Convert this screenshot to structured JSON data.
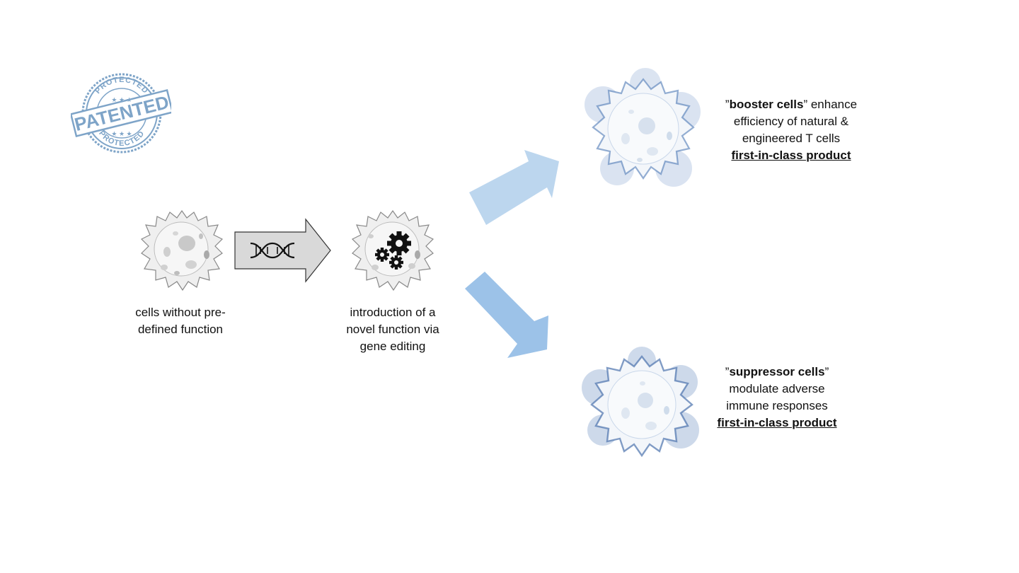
{
  "stamp": {
    "top_text": "PROTECTED",
    "main_text": "PATENTED",
    "bottom_text": "PROTECTED",
    "color": "#7ea4c8"
  },
  "step1": {
    "caption_line1": "cells without pre-",
    "caption_line2": "defined function"
  },
  "step2": {
    "caption_line1": "introduction of a",
    "caption_line2": "novel function via",
    "caption_line3": "gene editing"
  },
  "booster": {
    "quote_open": "”",
    "name": "booster cells",
    "quote_close": "”",
    "rest_line1": " enhance",
    "line2": "efficiency of natural &",
    "line3": "engineered T cells",
    "product": "first-in-class product"
  },
  "suppressor": {
    "quote_open": "”",
    "name": "suppressor cells",
    "quote_close": "”",
    "line2": "modulate adverse",
    "line3": "immune responses",
    "product": "first-in-class product"
  },
  "icons": {
    "cell": "cell-icon",
    "dna": "dna-icon",
    "gears": "gears-icon",
    "arrow": "arrow-icon"
  },
  "colors": {
    "arrow_upper": "#bcd6ee",
    "arrow_lower": "#9cc2e8",
    "cell_gray": "#c9c9c9",
    "cell_blue": "#6f93c8",
    "middle_arrow_fill": "#d9d9d9"
  }
}
